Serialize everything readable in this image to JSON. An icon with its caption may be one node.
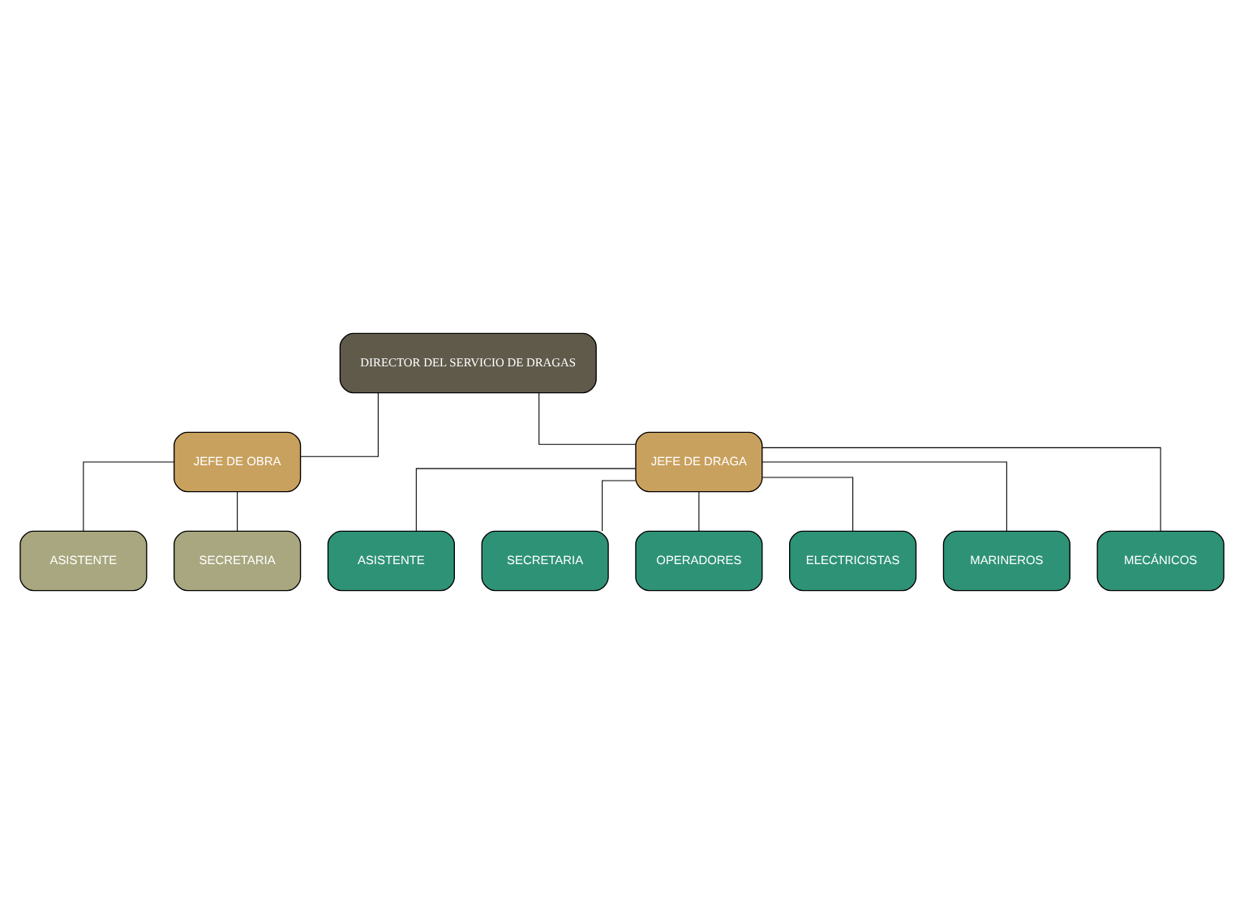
{
  "diagram": {
    "nodes": [
      {
        "text": [
          "DIRECTOR DEL SERVICIO DE DRAGAS"
        ]
      },
      {
        "text": [
          "JEFE DE OBRA"
        ]
      },
      {
        "text": [
          "JEFE DE DRAGA"
        ]
      },
      {
        "text": [
          "ASISTENTE"
        ]
      },
      {
        "text": [
          "SECRETARIA"
        ]
      },
      {
        "text": [
          "ASISTENTE"
        ]
      },
      {
        "text": [
          "SECRETARIA"
        ]
      },
      {
        "text": [
          "OPERADORES"
        ]
      },
      {
        "text": [
          "ELECTRICISTAS"
        ]
      },
      {
        "text": [
          "MARINEROS"
        ]
      },
      {
        "text": [
          "MECÁNICOS"
        ]
      }
    ],
    "edges": [
      {
        "from": 0,
        "to": 1,
        "arrow": "none"
      },
      {
        "from": 0,
        "to": 2,
        "arrow": "none"
      },
      {
        "from": 1,
        "to": 3,
        "arrow": "none"
      },
      {
        "from": 1,
        "to": 4,
        "arrow": "none"
      },
      {
        "from": 2,
        "to": 5,
        "arrow": "none"
      },
      {
        "from": 2,
        "to": 6,
        "arrow": "none"
      },
      {
        "from": 2,
        "to": 7,
        "arrow": "none"
      },
      {
        "from": 2,
        "to": 8,
        "arrow": "none"
      },
      {
        "from": 2,
        "to": 9,
        "arrow": "none"
      },
      {
        "from": 2,
        "to": 10,
        "arrow": "none"
      }
    ]
  }
}
